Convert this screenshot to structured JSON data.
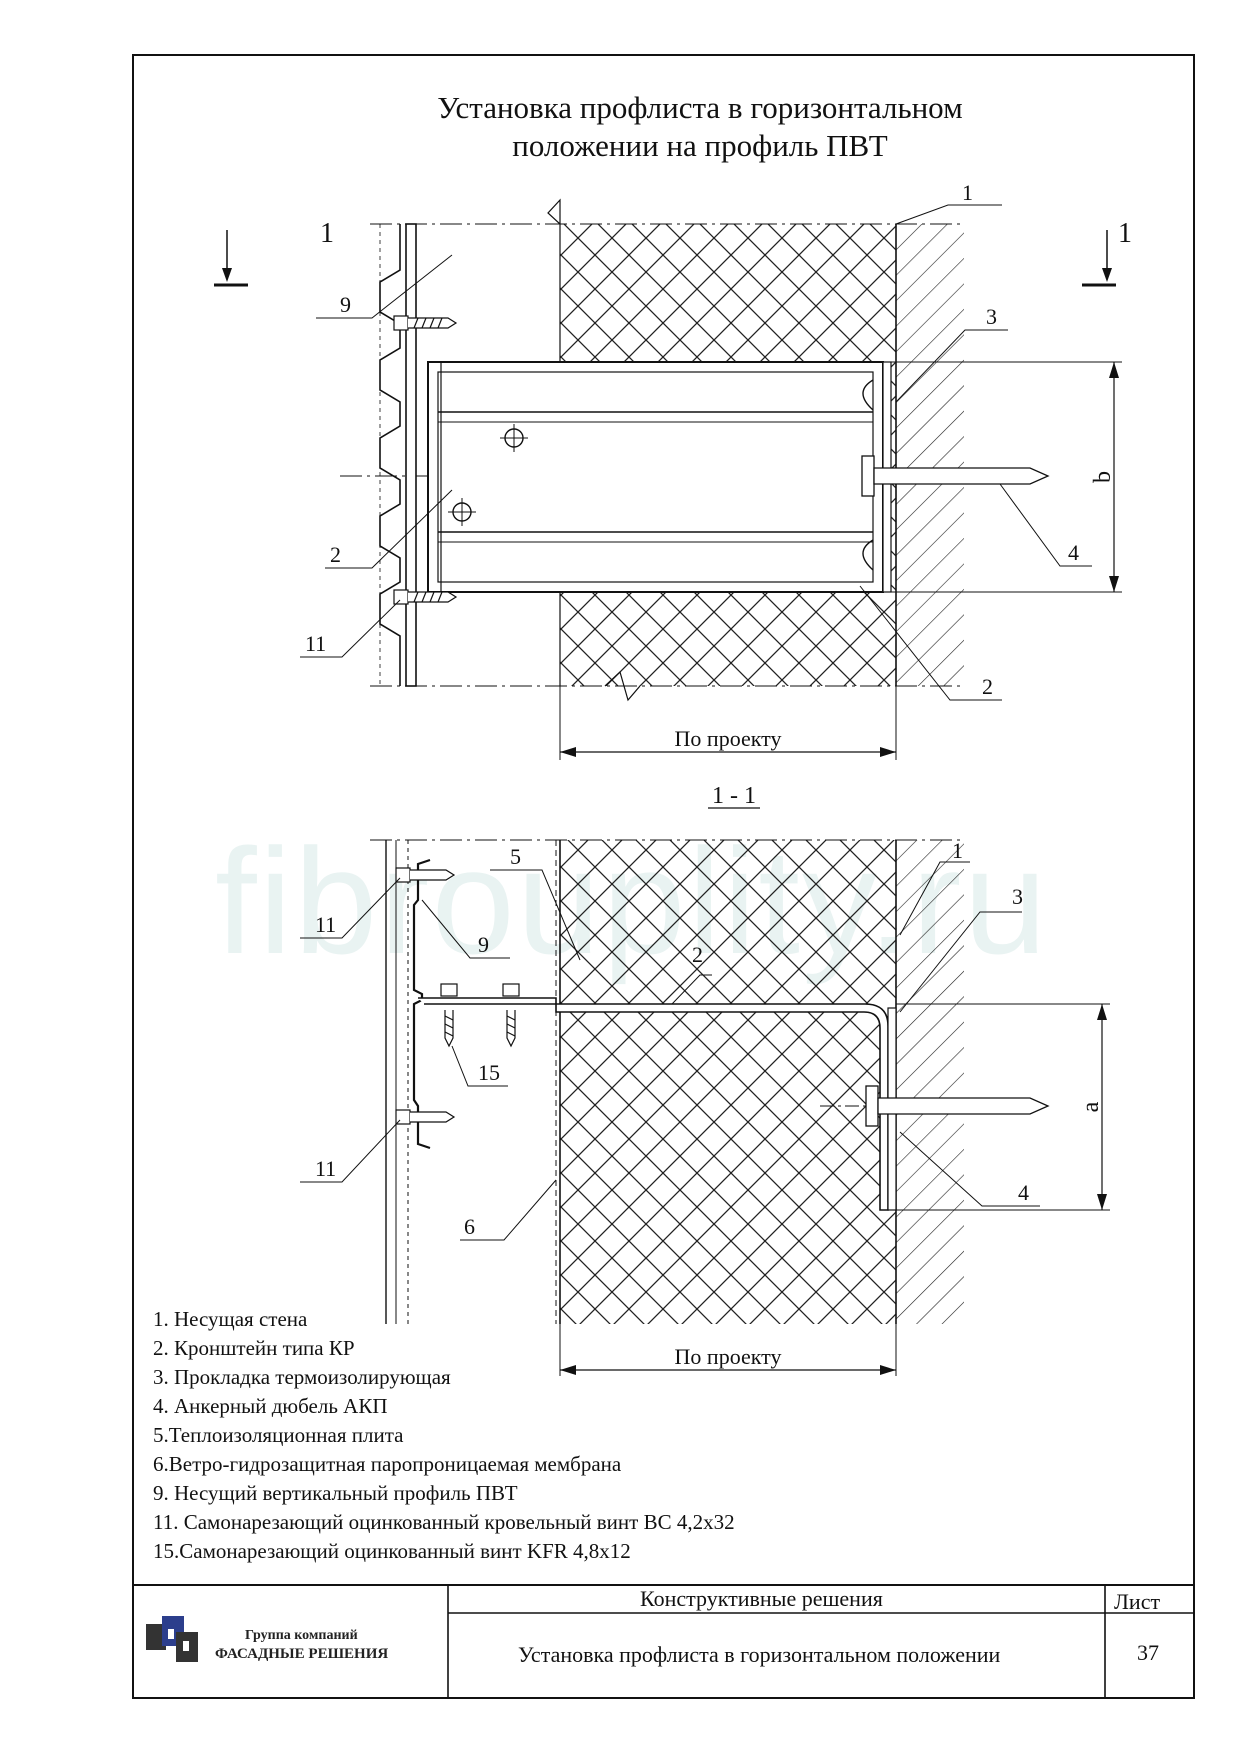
{
  "title": {
    "line1": "Установка профлиста в горизонтальном",
    "line2": "положении на профиль ПВТ"
  },
  "watermark": "fibrouplity.ru",
  "section_marks": {
    "left": "1",
    "right": "1"
  },
  "section_label": "1 - 1",
  "dimensions": {
    "top_width": "По проекту",
    "bottom_width": "По проекту",
    "top_height": "b",
    "bottom_height": "a"
  },
  "callouts_top": [
    "1",
    "3",
    "9",
    "4",
    "2",
    "11",
    "2"
  ],
  "callouts_bottom": [
    "5",
    "1",
    "3",
    "11",
    "9",
    "2",
    "15",
    "11",
    "4",
    "6"
  ],
  "legend": [
    "1. Несущая стена",
    "2. Кронштейн типа КР",
    "3. Прокладка термоизолирующая",
    "4. Анкерный дюбель АКП",
    "5.Теплоизоляционная плита",
    "6.Ветро-гидрозащитная паропроницаемая мембрана",
    "9. Несущий вертикальный профиль ПВТ",
    "11. Самонарезающий оцинкованный кровельный винт ВС 4,2х32",
    "15.Самонарезающий оцинкованный винт KFR 4,8х12"
  ],
  "title_block": {
    "company_line1": "Группа компаний",
    "company_line2": "ФАСАДНЫЕ РЕШЕНИЯ",
    "section_name": "Конструктивные решения",
    "sheet_label": "Лист",
    "drawing_name": "Установка профлиста в горизонтальном положении",
    "sheet_number": "37"
  },
  "colors": {
    "ink": "#111111",
    "logo_dark": "#333333",
    "logo_blue": "#2c3e8c",
    "watermark": "#e9f3f2"
  }
}
